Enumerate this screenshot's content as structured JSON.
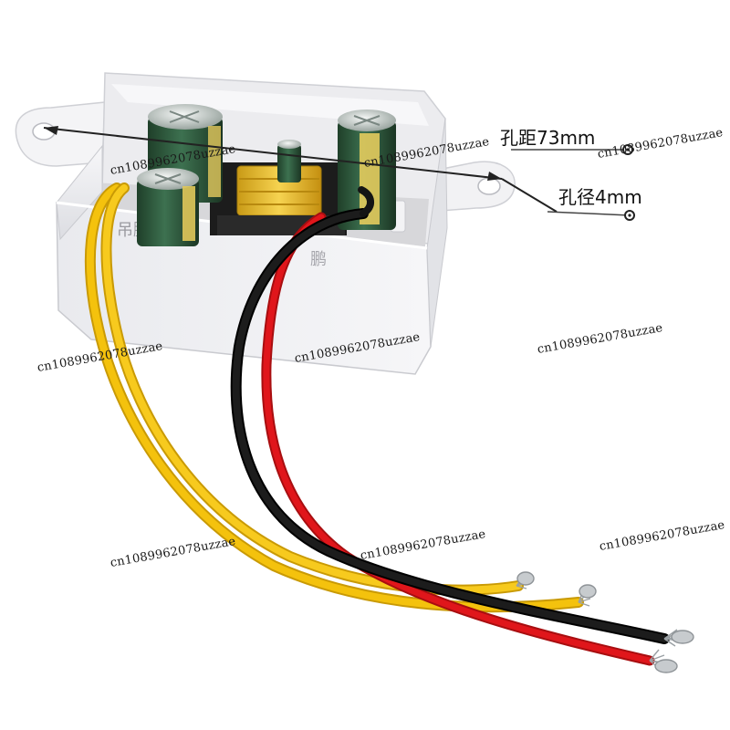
{
  "annotations": {
    "hole_spacing": "孔距73mm",
    "hole_diameter": "孔径4mm"
  },
  "watermarks": [
    "cn1089962078uzzae",
    "cn1089962078uzzae",
    "cn1089962078uzzae",
    "cn1089962078uzzae",
    "cn1089962078uzzae",
    "cn1089962078uzzae",
    "cn1089962078uzzae",
    "cn1089962078uzzae",
    "cn1089962078uzzae"
  ],
  "colors": {
    "enclosure": "#f2f2f4",
    "capacitor": "#2f5a3a",
    "transformer_coil": "#e8c43a",
    "wire_yellow": "#f4c20d",
    "wire_red": "#e0161b",
    "wire_black": "#141414"
  }
}
